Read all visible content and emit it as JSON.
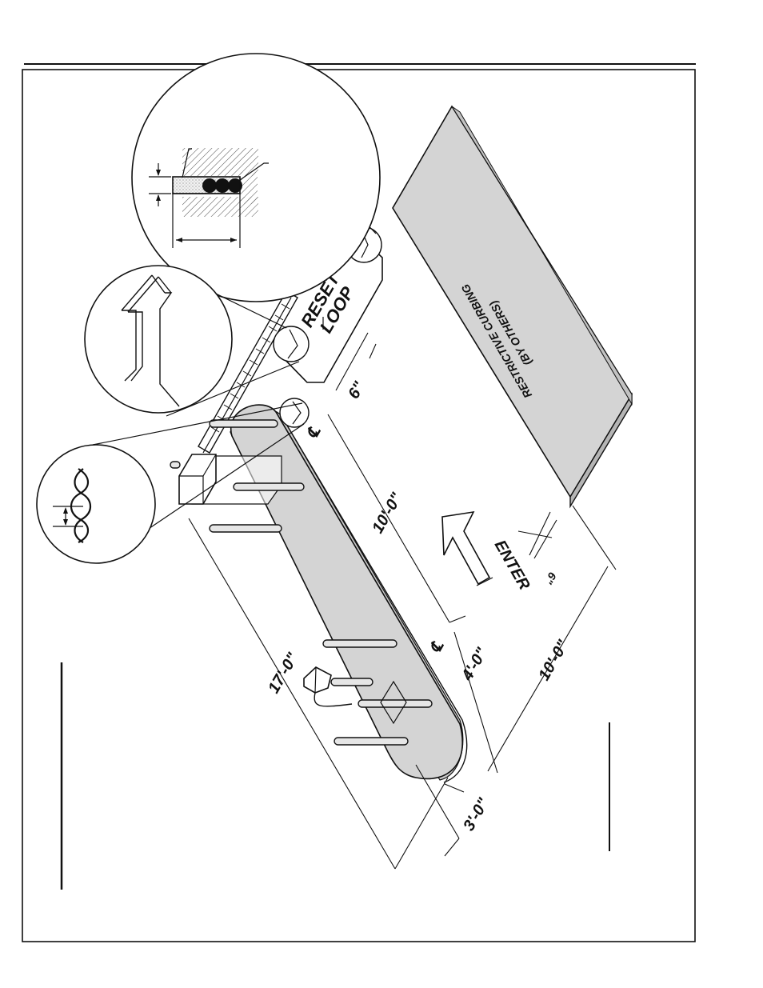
{
  "labels": {
    "reset_loop_line1": "RESET",
    "reset_loop_line2": "LOOP",
    "curbing_line1": "RESTRICTIVE CURBING",
    "curbing_line2": "(BY OTHERS)",
    "enter": "ENTER",
    "centerline_1": "℄",
    "centerline_2": "℄"
  },
  "dimensions": {
    "gap_6in": "6\"",
    "span_10ft_a": "10'-0\"",
    "span_4ft": "4'-0\"",
    "span_17ft": "17'-0\"",
    "span_10ft_b": "10'-0\"",
    "span_3ft": "3'-0\"",
    "curb_offset": "6\""
  },
  "colors": {
    "slab": "#d4d4d4",
    "slab_edge": "#bdbdbd",
    "line": "#111111"
  }
}
